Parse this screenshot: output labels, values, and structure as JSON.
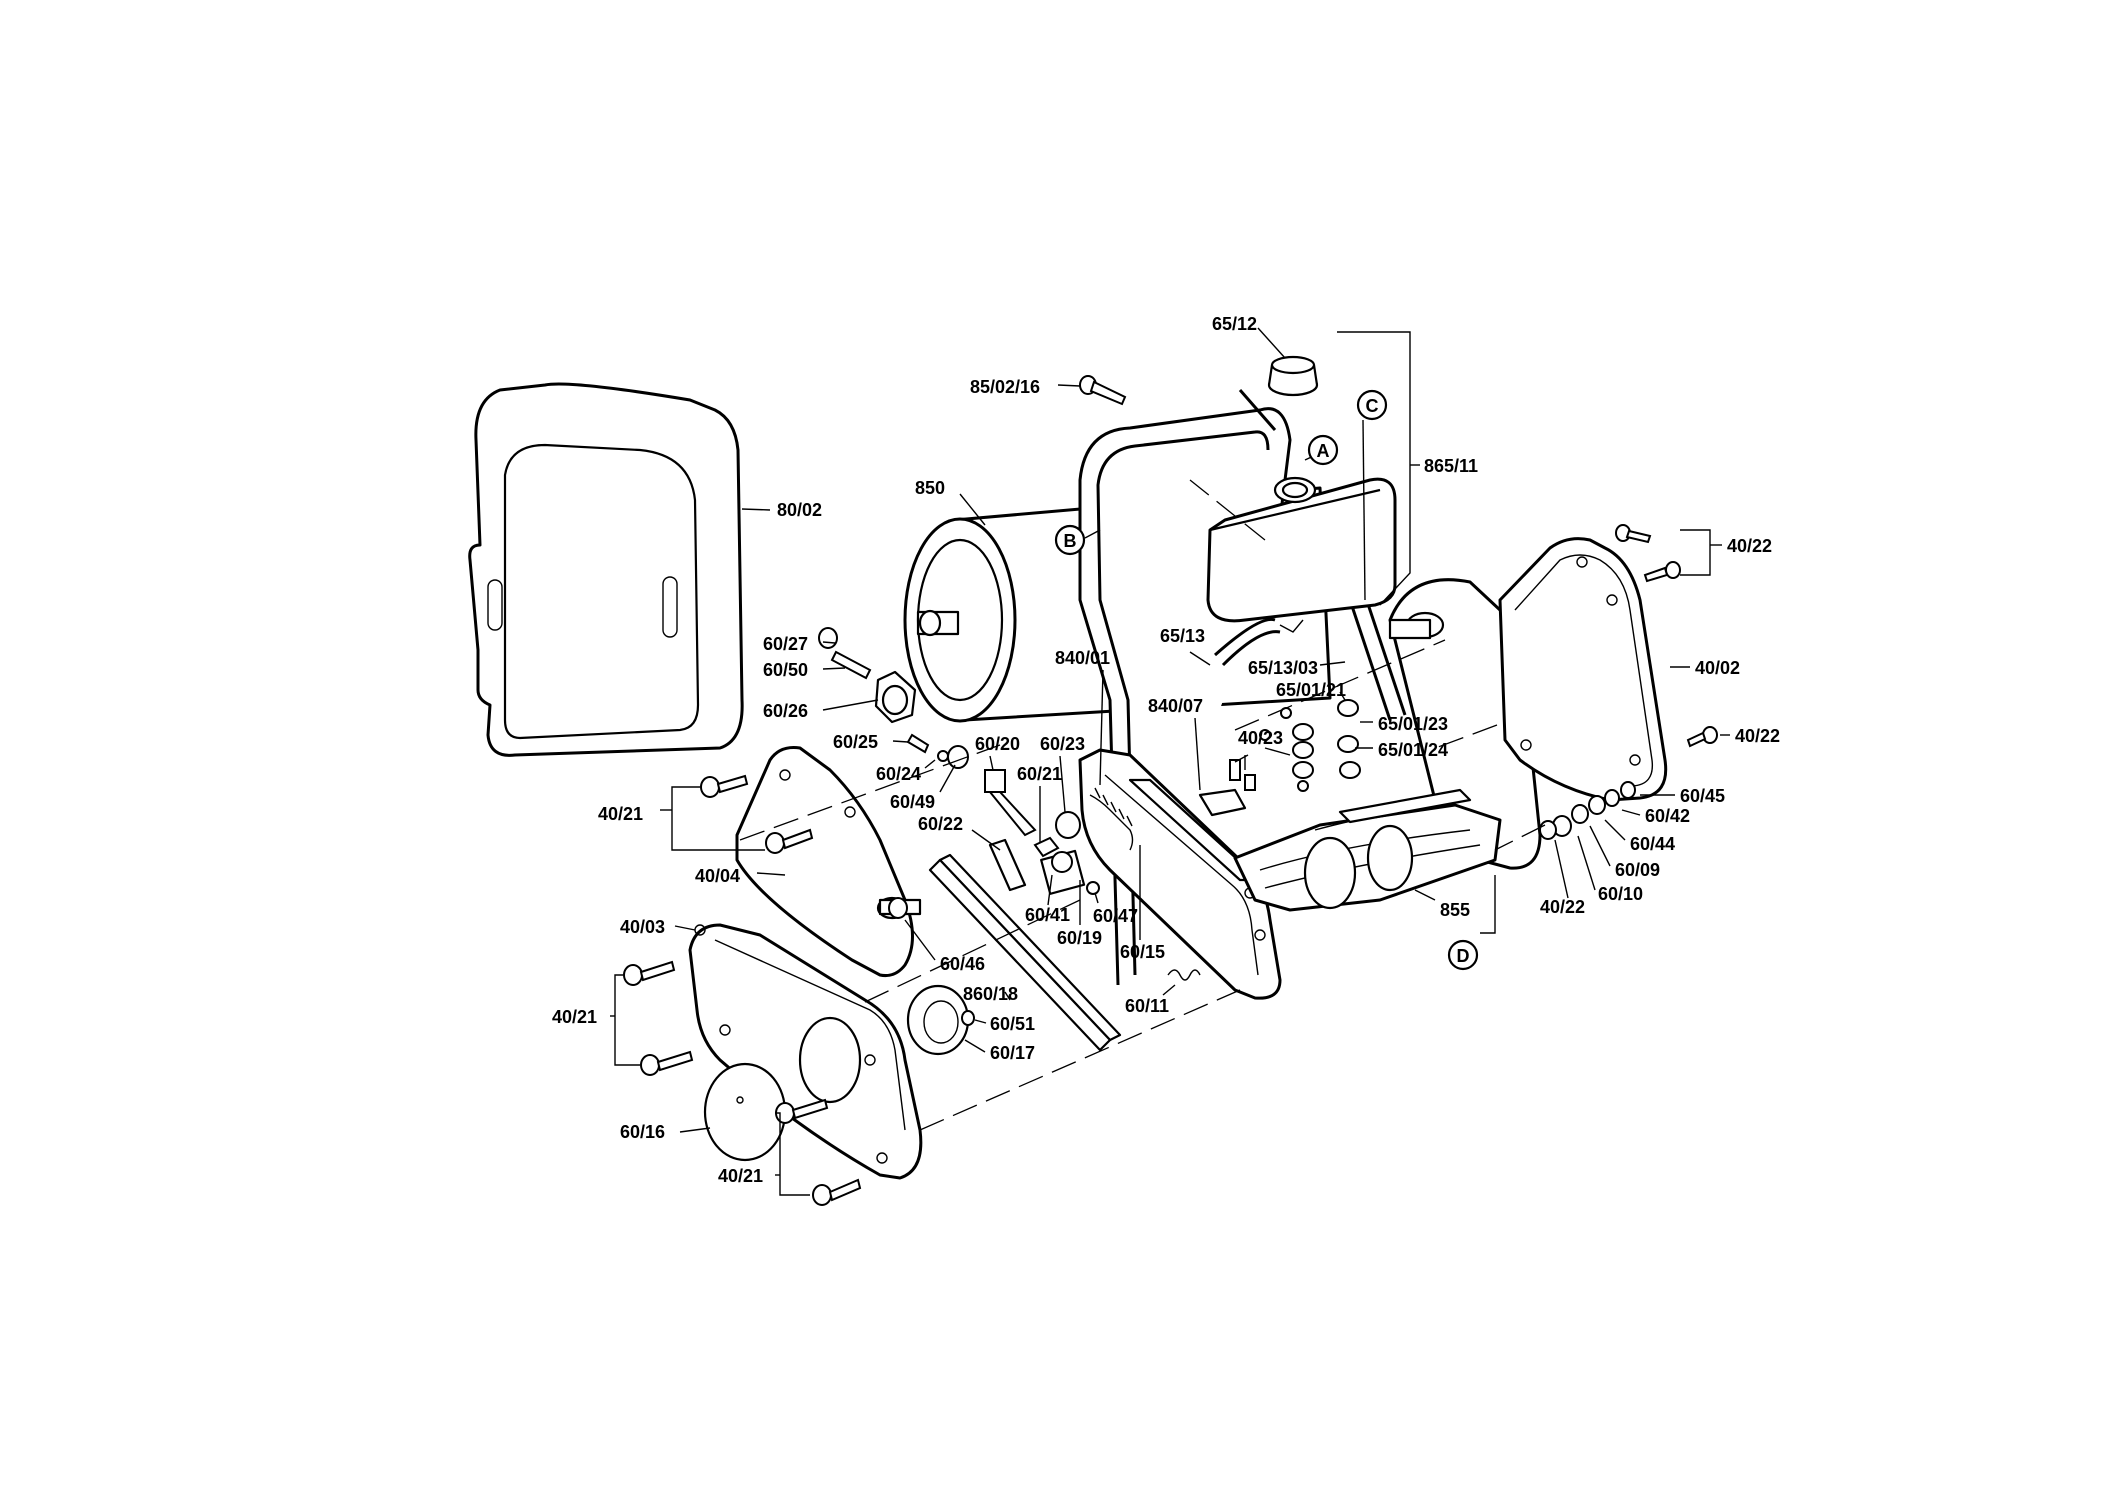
{
  "parts": {
    "p65_12": "65/12",
    "p85_02_16": "85/02/16",
    "p865_11": "865/11",
    "p850": "850",
    "p80_02": "80/02",
    "p40_22_top": "40/22",
    "p40_02": "40/02",
    "p40_22_right": "40/22",
    "p65_13": "65/13",
    "p65_13_03": "65/13/03",
    "p65_01_21": "65/01/21",
    "p65_01_23": "65/01/23",
    "p65_01_24": "65/01/24",
    "p40_23": "40/23",
    "p840_01": "840/01",
    "p840_07": "840/07",
    "p60_27": "60/27",
    "p60_50": "60/50",
    "p60_26": "60/26",
    "p60_25": "60/25",
    "p60_24": "60/24",
    "p60_49": "60/49",
    "p60_20": "60/20",
    "p60_23": "60/23",
    "p60_21": "60/21",
    "p60_22": "60/22",
    "p40_21_a": "40/21",
    "p40_04": "40/04",
    "p40_03": "40/03",
    "p40_21_b": "40/21",
    "p60_16": "60/16",
    "p40_21_c": "40/21",
    "p60_46": "60/46",
    "p860_18": "860/18",
    "p60_51": "60/51",
    "p60_17": "60/17",
    "p60_41": "60/41",
    "p60_19": "60/19",
    "p60_47": "60/47",
    "p60_15": "60/15",
    "p60_11": "60/11",
    "p855": "855",
    "p60_45": "60/45",
    "p60_42": "60/42",
    "p60_44": "60/44",
    "p60_09": "60/09",
    "p60_10": "60/10",
    "p40_22_bottom": "40/22"
  },
  "markers": {
    "A": "A",
    "B": "B",
    "C": "C",
    "D": "D"
  }
}
